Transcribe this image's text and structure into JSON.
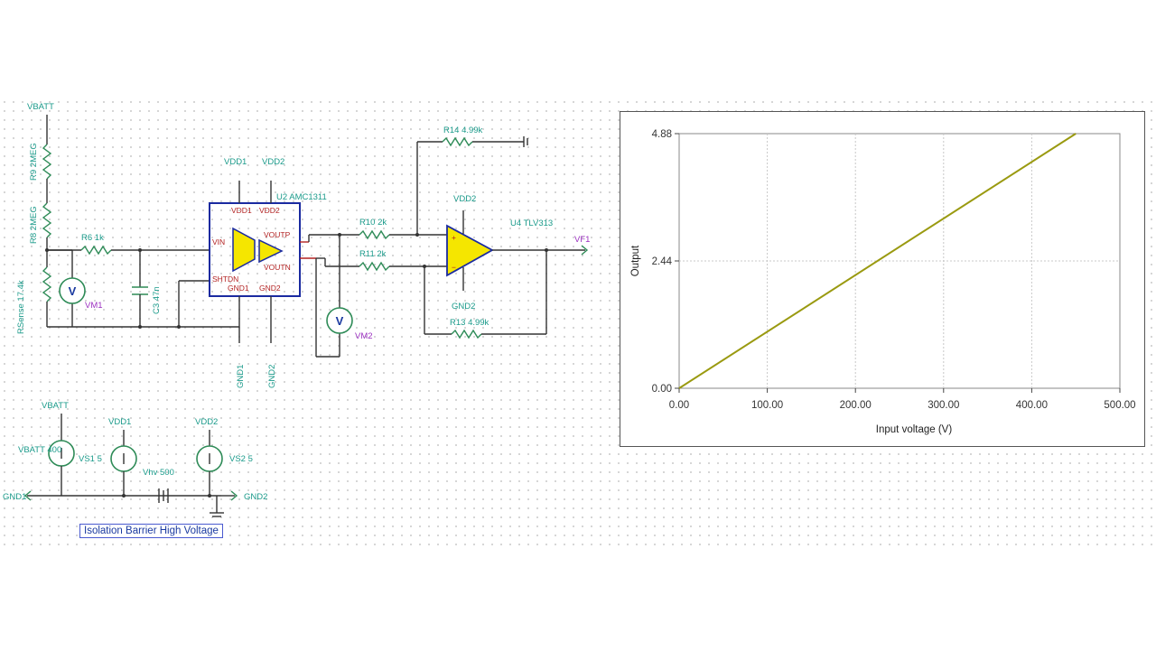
{
  "schematic": {
    "nets": {
      "vbatt": "VBATT",
      "vdd1": "VDD1",
      "vdd2": "VDD2",
      "gnd1": "GND1",
      "gnd2": "GND2",
      "vf1": "VF1"
    },
    "components": {
      "r9": "R9 2MEG",
      "r8": "R8 2MEG",
      "rsense": "RSense 17.4k",
      "r6": "R6 1k",
      "c3": "C3 47n",
      "u2": "U2 AMC1311",
      "r10": "R10 2k",
      "r11": "R11 2k",
      "r14": "R14 4.99k",
      "r13": "R13 4.99k",
      "u4": "U4 TLV313",
      "vbatt_src": "VBATT 400",
      "vs1": "VS1 5",
      "vs2": "VS2 5",
      "vhv": "Vhv 500"
    },
    "pins": {
      "vdd1": "VDD1",
      "vdd2": "VDD2",
      "vin": "VIN",
      "shtdn": "SHTDN",
      "gnd1": "GND1",
      "gnd2": "GND2",
      "voutp": "VOUTP",
      "voutn": "VOUTN",
      "opamp_plus": "+",
      "opamp_minus": "−"
    },
    "meters": {
      "vm1": "VM1",
      "vm2": "VM2",
      "symbol": "V"
    },
    "isolation_label": "Isolation Barrier High Voltage"
  },
  "chart_data": {
    "type": "line",
    "title": "",
    "xlabel": "Input voltage (V)",
    "ylabel": "Output",
    "xlim": [
      0,
      500
    ],
    "ylim": [
      0,
      4.88
    ],
    "x_ticks": [
      "0.00",
      "100.00",
      "200.00",
      "300.00",
      "400.00",
      "500.00"
    ],
    "y_ticks": [
      "0.00",
      "2.44",
      "4.88"
    ],
    "grid": true,
    "series": [
      {
        "x": [
          0,
          450
        ],
        "y": [
          0,
          4.88
        ],
        "color": "#9a9a10"
      }
    ]
  }
}
